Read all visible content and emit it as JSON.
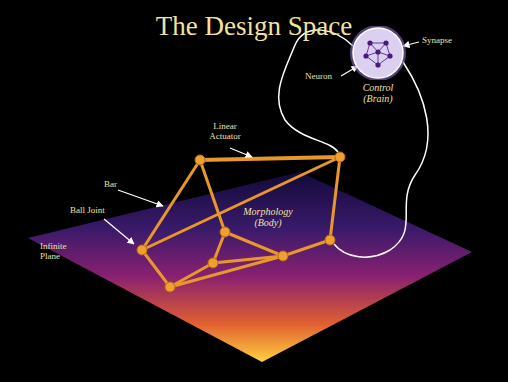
{
  "diagram": {
    "title": "The Design Space",
    "nodes": [
      {
        "text": [
          "Control (Brain)"
        ]
      }
    ],
    "labels": [
      "Linear Actuator",
      "Synapse",
      "Neuron",
      "Bar",
      "Ball Joint",
      "Infinite Plane",
      "Morphology (Body)"
    ]
  }
}
